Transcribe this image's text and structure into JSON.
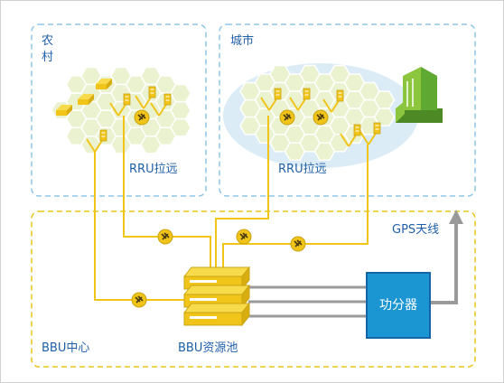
{
  "labels": {
    "rural": "农村",
    "urban": "城市",
    "rru_remote_rural": "RRU拉远",
    "rru_remote_urban": "RRU拉远",
    "gps_antenna": "GPS天线",
    "bbu_center": "BBU中心",
    "bbu_pool": "BBU资源池",
    "splitter": "功分器"
  },
  "colors": {
    "region_border": "#8fc6e6",
    "bbu_border": "#e8c51a",
    "fiber": "#f0c419",
    "hex_fill": "#ebf2cf",
    "hex_stroke": "#ffffff",
    "urban_ellipse": "#dbecf6",
    "splitter_fill": "#1b96d2",
    "splitter_stroke": "#1565a8",
    "gray_link": "#9a9a9a",
    "building_green": "#8cc63f",
    "building_dark": "#4d8a25",
    "label": "#1f5fa8"
  }
}
